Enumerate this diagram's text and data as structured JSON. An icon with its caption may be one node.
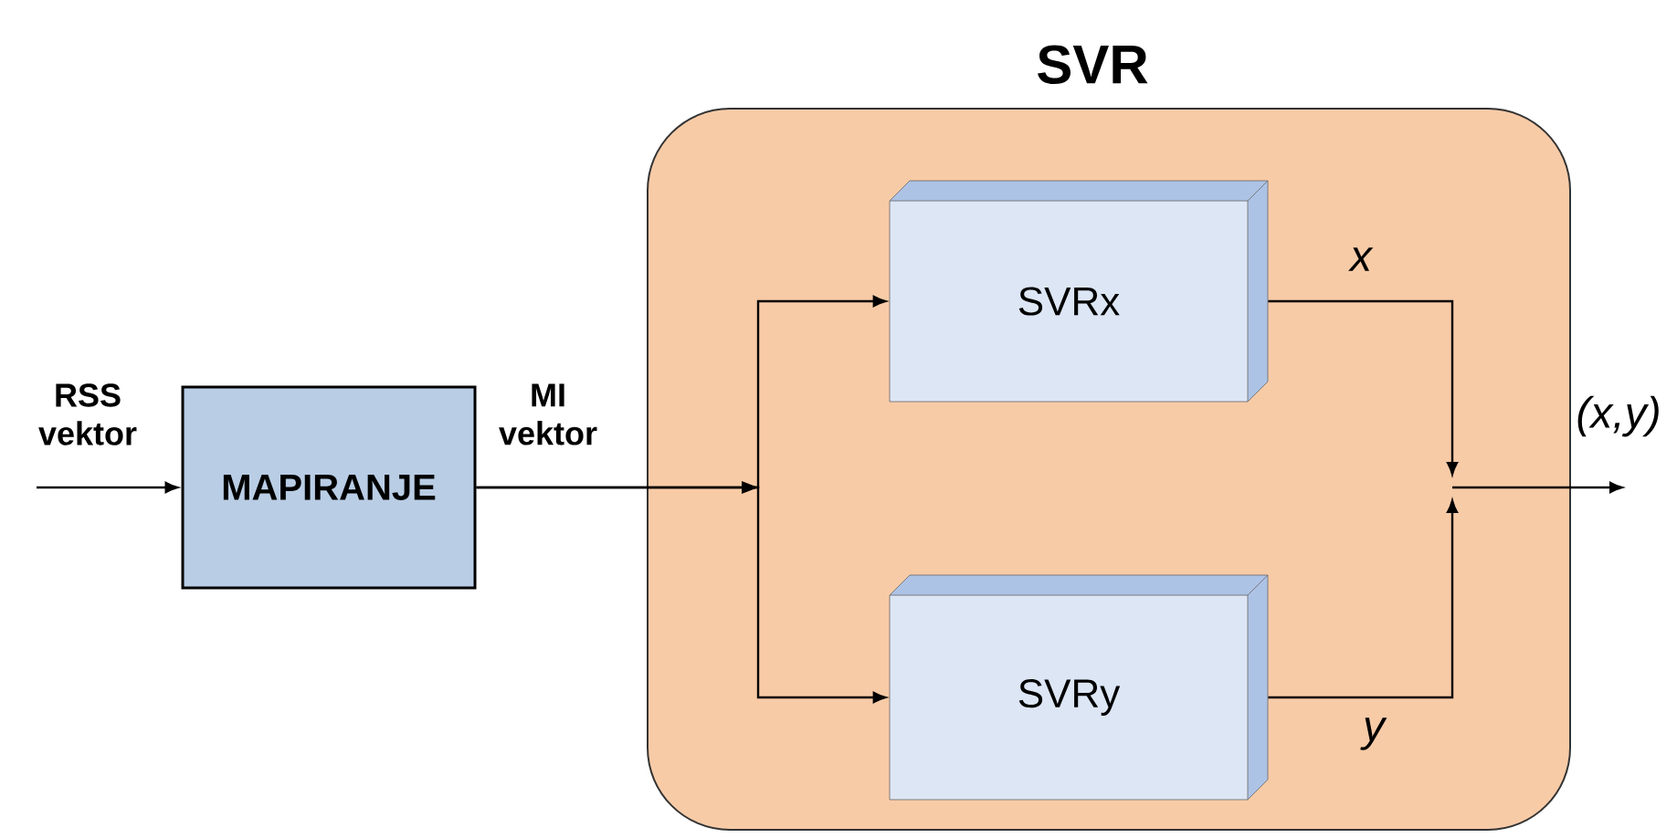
{
  "diagram": {
    "nodes": [
      {
        "text": [
          "SVR"
        ]
      },
      {
        "text": [
          "MAPIRANJE"
        ]
      },
      {
        "text": [
          "SVRx"
        ],
        "in": 0
      },
      {
        "text": [
          "SVRy"
        ],
        "in": 0
      }
    ],
    "edges": [
      {
        "from": null,
        "to": 1,
        "arrow": "to",
        "label": "RSS vektor"
      },
      {
        "from": 1,
        "to": 2,
        "arrow": "to",
        "label": "MI vektor"
      },
      {
        "from": 1,
        "to": 3,
        "arrow": "to"
      },
      {
        "from": 2,
        "to": null,
        "arrow": "to",
        "label": "x"
      },
      {
        "from": 3,
        "to": null,
        "arrow": "to",
        "label": "y"
      }
    ],
    "labels": [
      "(x,y)"
    ]
  }
}
